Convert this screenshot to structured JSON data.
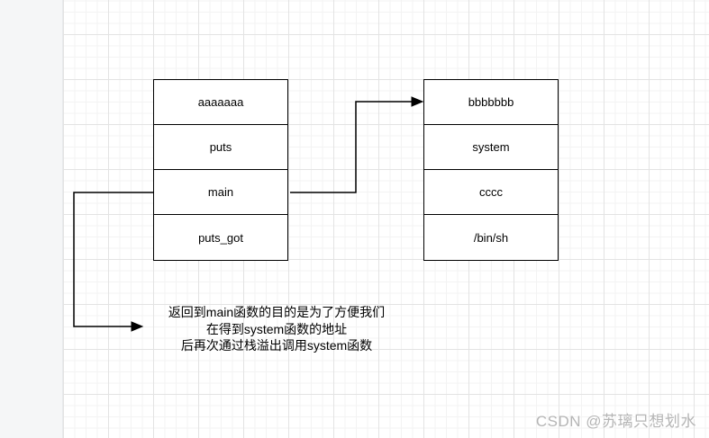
{
  "diagram": {
    "left_table": {
      "cells": [
        "aaaaaaa",
        "puts",
        "main",
        "puts_got"
      ]
    },
    "right_table": {
      "cells": [
        "bbbbbbb",
        "system",
        "cccc",
        "/bin/sh"
      ]
    },
    "annotation": {
      "line1": "返回到main函数的目的是为了方便我们",
      "line2": "在得到system函数的地址",
      "line3": "后再次通过栈溢出调用system函数"
    },
    "watermark": "CSDN @苏璃只想划水",
    "colors": {
      "stroke": "#000000",
      "grid_minor": "#f3f3f3",
      "grid_major": "#e3e3e3",
      "gutter_bg": "#f5f6f7",
      "watermark": "#b5b5b5"
    }
  }
}
